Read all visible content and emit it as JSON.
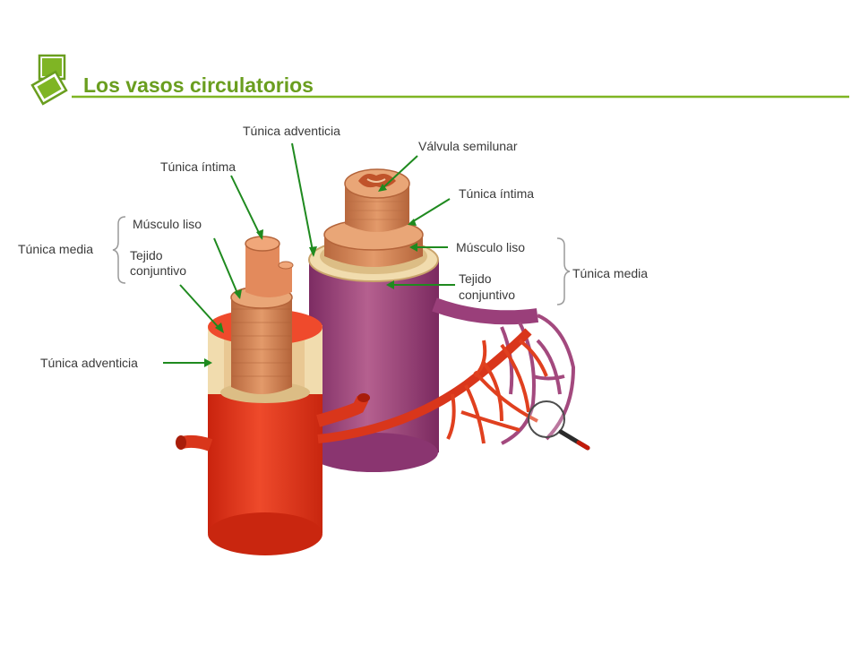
{
  "title": "Los vasos circulatorios",
  "colors": {
    "accent": "#7fb524",
    "title": "#6a9e1f",
    "pointer": "#1f8a1f",
    "artery": "#e63a1f",
    "vein": "#9a3f7a",
    "muscle": "#d98a5a",
    "connective": "#f1dcae"
  },
  "icons": {
    "logo": "slide-icon",
    "magnifier": "magnifier-icon"
  },
  "labels": {
    "left": {
      "tunica_adventicia_top": "Túnica adventicia",
      "tunica_intima": "Túnica íntima",
      "musculo_liso": "Músculo liso",
      "tunica_media": "Túnica media",
      "tejido": "Tejido",
      "conjuntivo": "conjuntivo",
      "tunica_adventicia_bottom": "Túnica adventicia"
    },
    "right": {
      "valvula": "Válvula semilunar",
      "tunica_intima": "Túnica íntima",
      "musculo_liso": "Músculo liso",
      "tejido": "Tejido",
      "conjuntivo": "conjuntivo",
      "tunica_media": "Túnica media"
    }
  }
}
